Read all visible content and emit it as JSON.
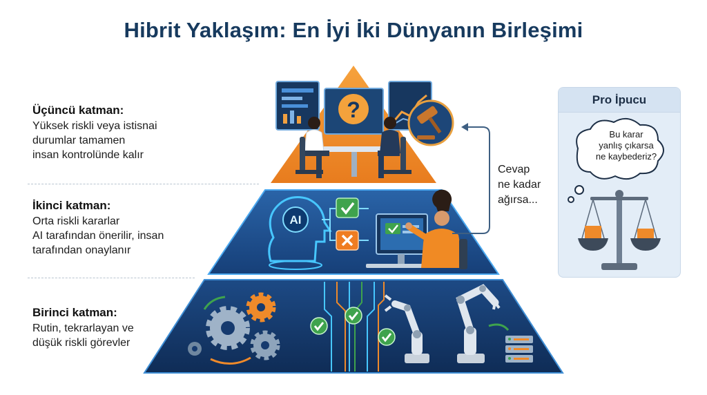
{
  "title": "Hibrit Yaklaşım: En İyi İki Dünyanın Birleşimi",
  "layers": [
    {
      "title": "Üçüncü katman:",
      "description_lines": [
        "Yüksek riskli veya istisnai",
        "durumlar tamamen",
        "insan kontrolünde kalır"
      ]
    },
    {
      "title": "İkinci katman:",
      "description_lines": [
        "Orta riskli kararlar",
        "AI tarafından önerilir, insan",
        "tarafından onaylanır"
      ]
    },
    {
      "title": "Birinci katman:",
      "description_lines": [
        "Rutin, tekrarlayan ve",
        "düşük riskli görevler"
      ]
    }
  ],
  "pyramid_icons": {
    "ai_label": "AI",
    "question_mark": "?"
  },
  "flow": {
    "label_lines": [
      "Cevap",
      "ne kadar",
      "ağırsa..."
    ]
  },
  "tip": {
    "title": "Pro İpucu",
    "bubble_lines": [
      "Bu karar",
      "yanlış çıkarsa",
      "ne kaybederiz?"
    ]
  },
  "colors": {
    "title": "#173a5e",
    "top_layer": "#f08a24",
    "middle_layer": "#1f4f8f",
    "bottom_layer": "#163a6e",
    "check_green": "#3fa34d",
    "cross_orange": "#ef7d22",
    "tip_card": "#e3edf7"
  }
}
